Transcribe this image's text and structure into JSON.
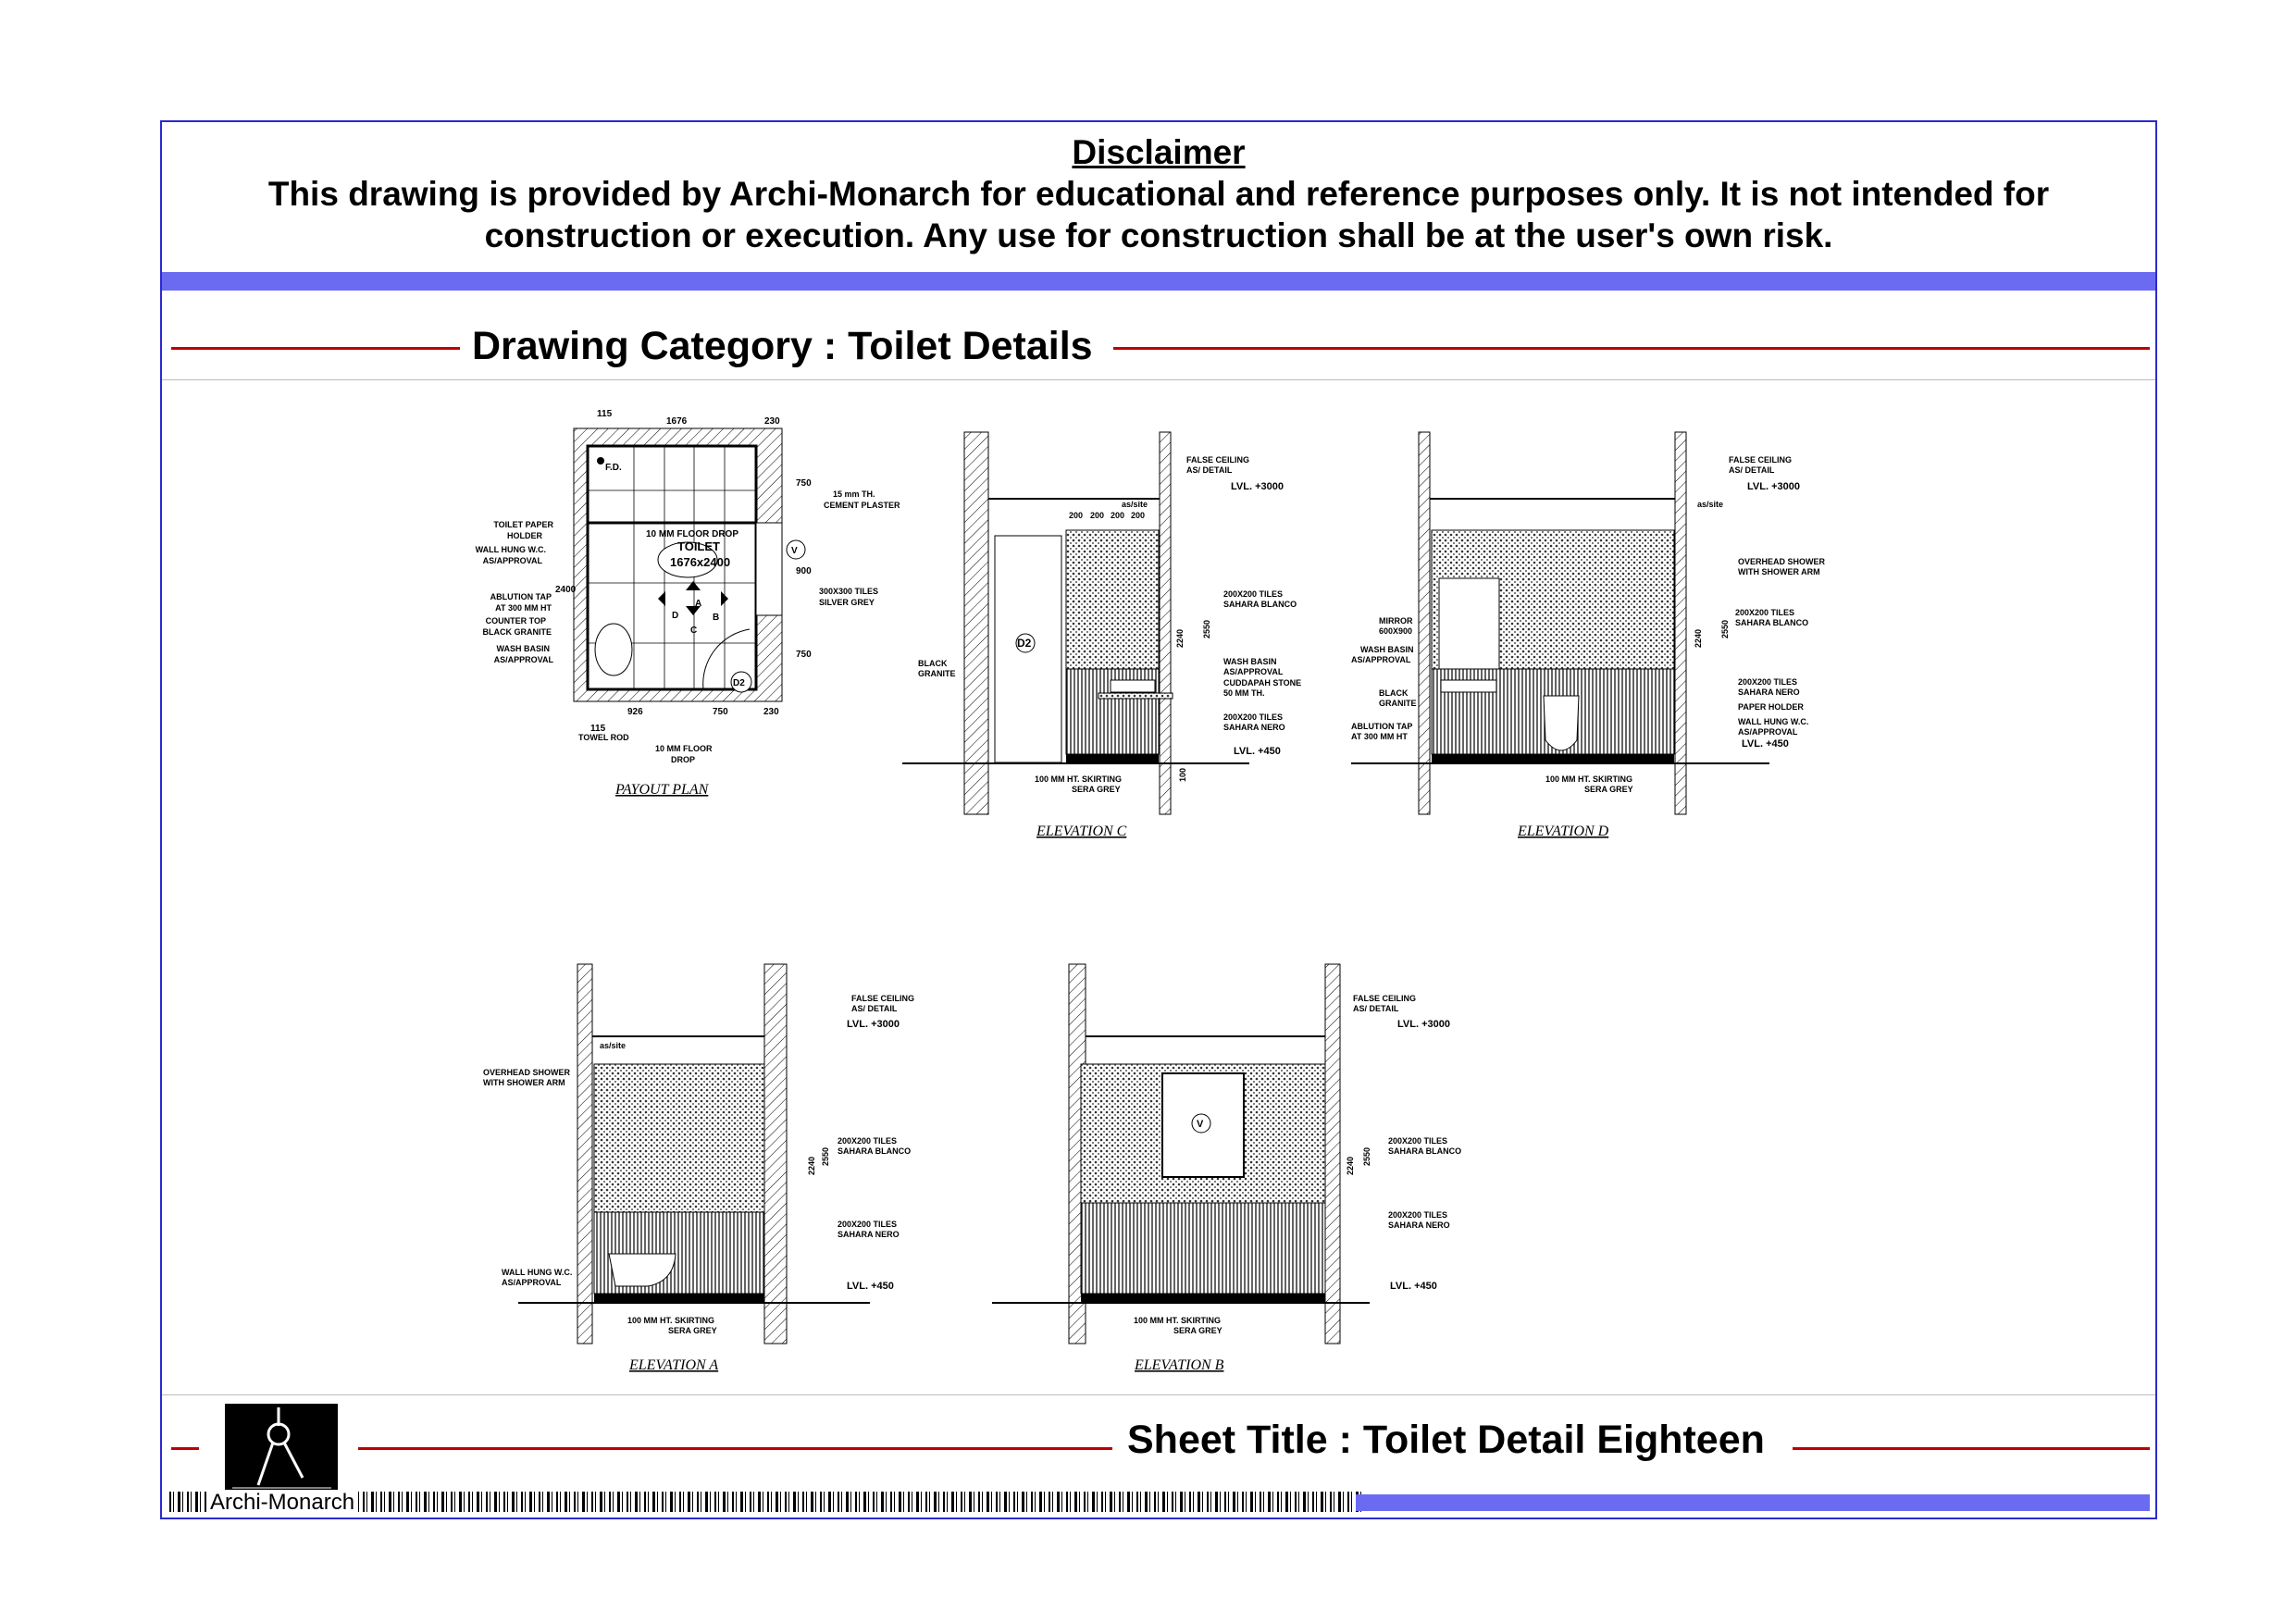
{
  "disclaimer": {
    "title": "Disclaimer",
    "text": "This drawing is provided by Archi-Monarch for educational and reference purposes only. It is not intended for construction or execution. Any use for construction shall be at the user's own risk."
  },
  "category": "Drawing Category : Toilet Details",
  "sheet_title": "Sheet Title : Toilet Detail Eighteen",
  "brand": "Archi-Monarch",
  "colors": {
    "frame": "#2a2ad0",
    "band": "#6b6bf2",
    "rule": "#c00000"
  },
  "plan": {
    "caption": "PAYOUT PLAN",
    "room": "TOILET",
    "room_size": "1676x2400",
    "floor_drop_1": "10 MM FLOOR DROP",
    "fd": "F.D.",
    "dims": {
      "top_115": "115",
      "width": "1676",
      "wall_230": "230",
      "height": "2400",
      "d750a": "750",
      "d900": "900",
      "d750b": "750",
      "bottom_926": "926",
      "bottom_750": "750",
      "bottom_230": "230",
      "d115": "115"
    },
    "markers": [
      "A",
      "B",
      "C",
      "D",
      "V",
      "D2"
    ],
    "left_labels": [
      "TOILET PAPER",
      "HOLDER",
      "WALL HUNG W.C.",
      "AS/APPROVAL",
      "ABLUTION TAP",
      "AT 300 MM HT",
      "COUNTER TOP",
      "BLACK GRANITE",
      "WASH BASIN",
      "AS/APPROVAL"
    ],
    "right_labels": [
      "15 mm TH.",
      "CEMENT PLASTER",
      "300X300 TILES",
      "SILVER GREY"
    ],
    "bottom_labels": [
      "TOWEL ROD",
      "10 MM FLOOR",
      "DROP"
    ]
  },
  "common": {
    "false_ceiling": [
      "FALSE CEILING",
      "AS/ DETAIL"
    ],
    "lvl_top": "LVL. +3000",
    "lvl_bottom": "LVL. +450",
    "skirting": [
      "100 MM HT. SKIRTING",
      "SERA GREY"
    ],
    "blanco": [
      "200X200 TILES",
      "SAHARA BLANCO"
    ],
    "nero": [
      "200X200 TILES",
      "SAHARA NERO"
    ],
    "tile": "200",
    "as_site": "as/site",
    "h2240": "2240",
    "h2550": "2550",
    "h100": "100"
  },
  "elev_c": {
    "caption": "ELEVATION C",
    "door": "D2",
    "labels": [
      "BLACK",
      "GRANITE",
      "WASH BASIN",
      "AS/APPROVAL",
      "CUDDAPAH STONE",
      "50 MM TH."
    ]
  },
  "elev_d": {
    "caption": "ELEVATION D",
    "labels_left": [
      "MIRROR",
      "600X900",
      "WASH BASIN",
      "AS/APPROVAL",
      "BLACK",
      "GRANITE",
      "ABLUTION TAP",
      "AT 300 MM HT"
    ],
    "labels_right": [
      "OVERHEAD SHOWER",
      "WITH SHOWER ARM",
      "PAPER HOLDER",
      "WALL HUNG W.C.",
      "AS/APPROVAL"
    ]
  },
  "elev_a": {
    "caption": "ELEVATION A",
    "labels": [
      "OVERHEAD SHOWER",
      "WITH SHOWER ARM",
      "WALL HUNG W.C.",
      "AS/APPROVAL"
    ]
  },
  "elev_b": {
    "caption": "ELEVATION B",
    "window": "V"
  }
}
